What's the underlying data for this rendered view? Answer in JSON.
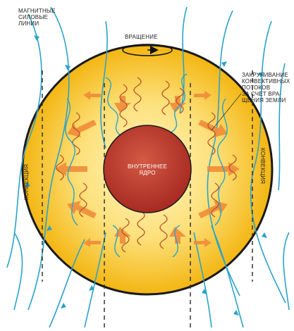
{
  "labels": {
    "magnetic_lines": [
      "МАГНИТНЫЕ",
      "СИЛОВЫЕ",
      "ЛИНИИ"
    ],
    "rotation": "ВРАЩЕНИЕ",
    "twisting": [
      "ЗАКРУЧИВАНИЕ",
      "КОНВЕКТИВНЫХ",
      "ПОТОКОВ",
      "ЗА СЧЕТ ВРА-",
      "ЩЕНИЯ ЗЕМЛИ"
    ],
    "inner_core": [
      "ВНУТРЕННЕЕ",
      "ЯДРО"
    ],
    "convection_left": "КОНВЕКЦИЯ",
    "convection_right": "КОНВЕКЦИЯ"
  },
  "colors": {
    "outer_core": "#f5c21b",
    "outer_core_center": "#ffe98a",
    "outline": "#1a1a1a",
    "inner_core": "#b8342a",
    "inner_core_highlight": "#d9604a",
    "field_line": "#2aa3c9",
    "flow_arrow": "#f08c3a",
    "helix": "#b5502a",
    "dashed": "#333333"
  },
  "icons": [
    "rotation-arrow-icon"
  ]
}
